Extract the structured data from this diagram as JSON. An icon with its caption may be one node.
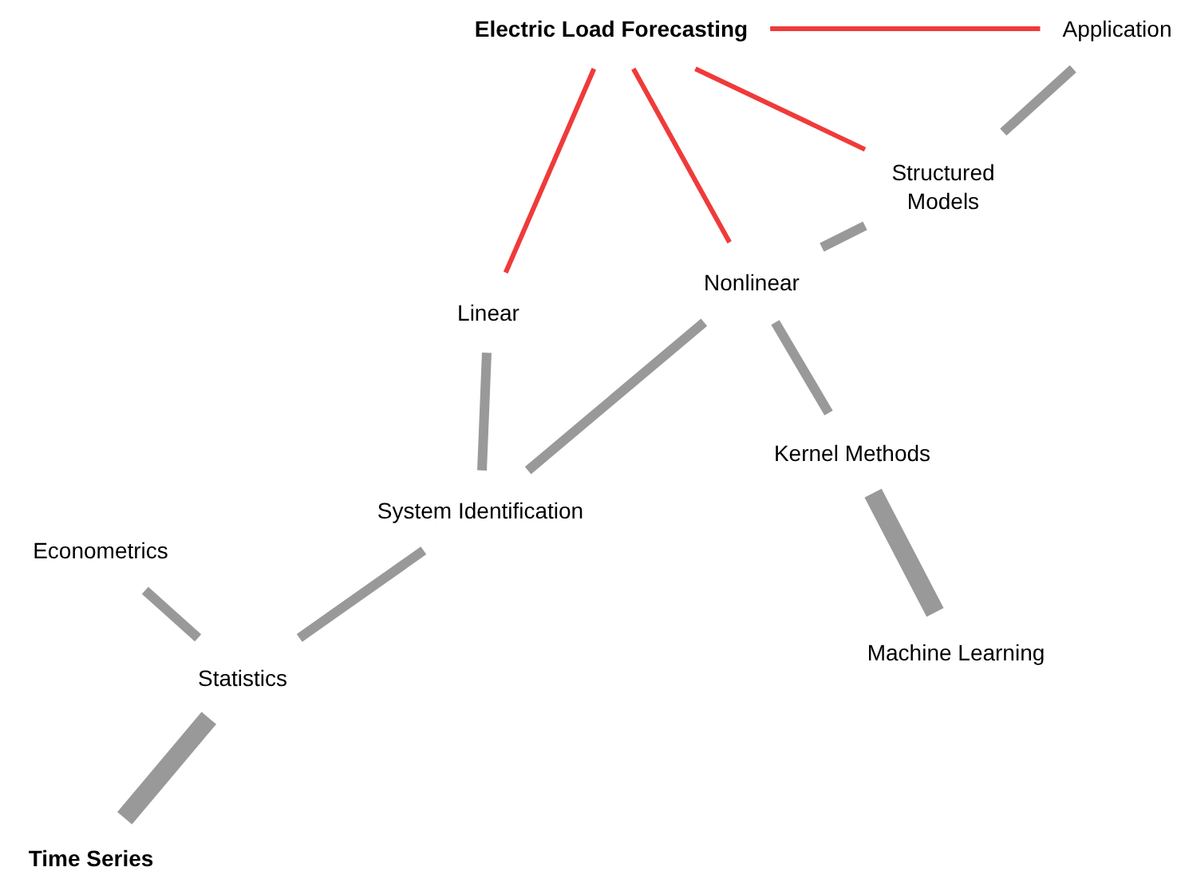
{
  "diagram": {
    "nodes": [
      {
        "text": [
          "Electric Load Forecasting"
        ]
      },
      {
        "text": [
          "Application"
        ]
      },
      {
        "text": [
          "Structured Models"
        ]
      },
      {
        "text": [
          "Nonlinear"
        ]
      },
      {
        "text": [
          "Linear"
        ]
      },
      {
        "text": [
          "Kernel Methods"
        ]
      },
      {
        "text": [
          "System Identification"
        ]
      },
      {
        "text": [
          "Econometrics"
        ]
      },
      {
        "text": [
          "Machine Learning"
        ]
      },
      {
        "text": [
          "Statistics"
        ]
      },
      {
        "text": [
          "Time Series"
        ]
      }
    ],
    "edges": [
      {
        "from": 0,
        "to": 1,
        "arrow": "none",
        "color": "#f03a3a"
      },
      {
        "from": 0,
        "to": 4,
        "arrow": "none",
        "color": "#f03a3a"
      },
      {
        "from": 0,
        "to": 3,
        "arrow": "none",
        "color": "#f03a3a"
      },
      {
        "from": 0,
        "to": 2,
        "arrow": "none",
        "color": "#f03a3a"
      },
      {
        "from": 1,
        "to": 2,
        "arrow": "none"
      },
      {
        "from": 2,
        "to": 3,
        "arrow": "none"
      },
      {
        "from": 3,
        "to": 6,
        "arrow": "none"
      },
      {
        "from": 3,
        "to": 5,
        "arrow": "none"
      },
      {
        "from": 5,
        "to": 8,
        "arrow": "none",
        "style": "thick"
      },
      {
        "from": 4,
        "to": 6,
        "arrow": "none"
      },
      {
        "from": 6,
        "to": 9,
        "arrow": "none"
      },
      {
        "from": 7,
        "to": 9,
        "arrow": "none"
      },
      {
        "from": 9,
        "to": 10,
        "arrow": "none",
        "style": "thick"
      }
    ]
  }
}
